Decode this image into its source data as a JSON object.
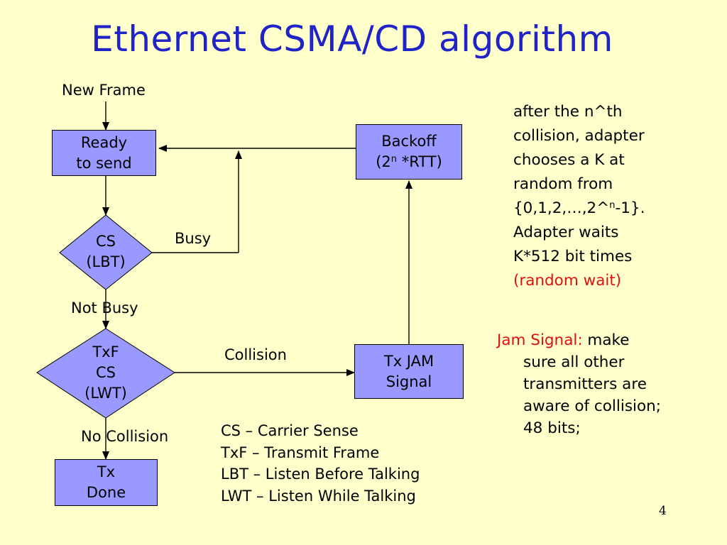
{
  "title": "Ethernet CSMA/CD algorithm",
  "flow": {
    "new_frame": "New Frame",
    "ready_line1": "Ready",
    "ready_line2": "to send",
    "cs_line1": "CS",
    "cs_line2": "(LBT)",
    "busy": "Busy",
    "not_busy": "Not Busy",
    "txf_line1": "TxF",
    "txf_line2": "CS",
    "txf_line3": "(LWT)",
    "collision": "Collision",
    "no_collision": "No Collision",
    "txdone_line1": "Tx",
    "txdone_line2": "Done",
    "backoff_line1": "Backoff",
    "backoff_line2_pre": "(2",
    "backoff_line2_sup": "n",
    "backoff_line2_post": " *RTT)",
    "txjam_line1": "Tx JAM",
    "txjam_line2": "Signal"
  },
  "legend": [
    "CS – Carrier Sense",
    "TxF – Transmit Frame",
    "LBT – Listen Before Talking",
    "LWT – Listen While Talking"
  ],
  "note": {
    "l1": "after the n^th",
    "l2": "collision, adapter",
    "l3": "chooses a K at",
    "l4": "random from",
    "l5_pre": "{0,1,2,…,2^",
    "l5_sup": "n",
    "l5_post": "-1}.",
    "l6": "Adapter waits",
    "l7": "K*512 bit times",
    "l8": "(random wait)"
  },
  "jam": {
    "label": "Jam Signal:",
    "first": " make",
    "l2": "sure all other",
    "l3": "transmitters are",
    "l4": "aware of collision;",
    "l5": "48 bits;"
  },
  "page_number": "4",
  "colors": {
    "title": "#1F23C8",
    "box_fill": "#9999FF",
    "background": "#FFFFCC",
    "highlight": "#E01010"
  }
}
